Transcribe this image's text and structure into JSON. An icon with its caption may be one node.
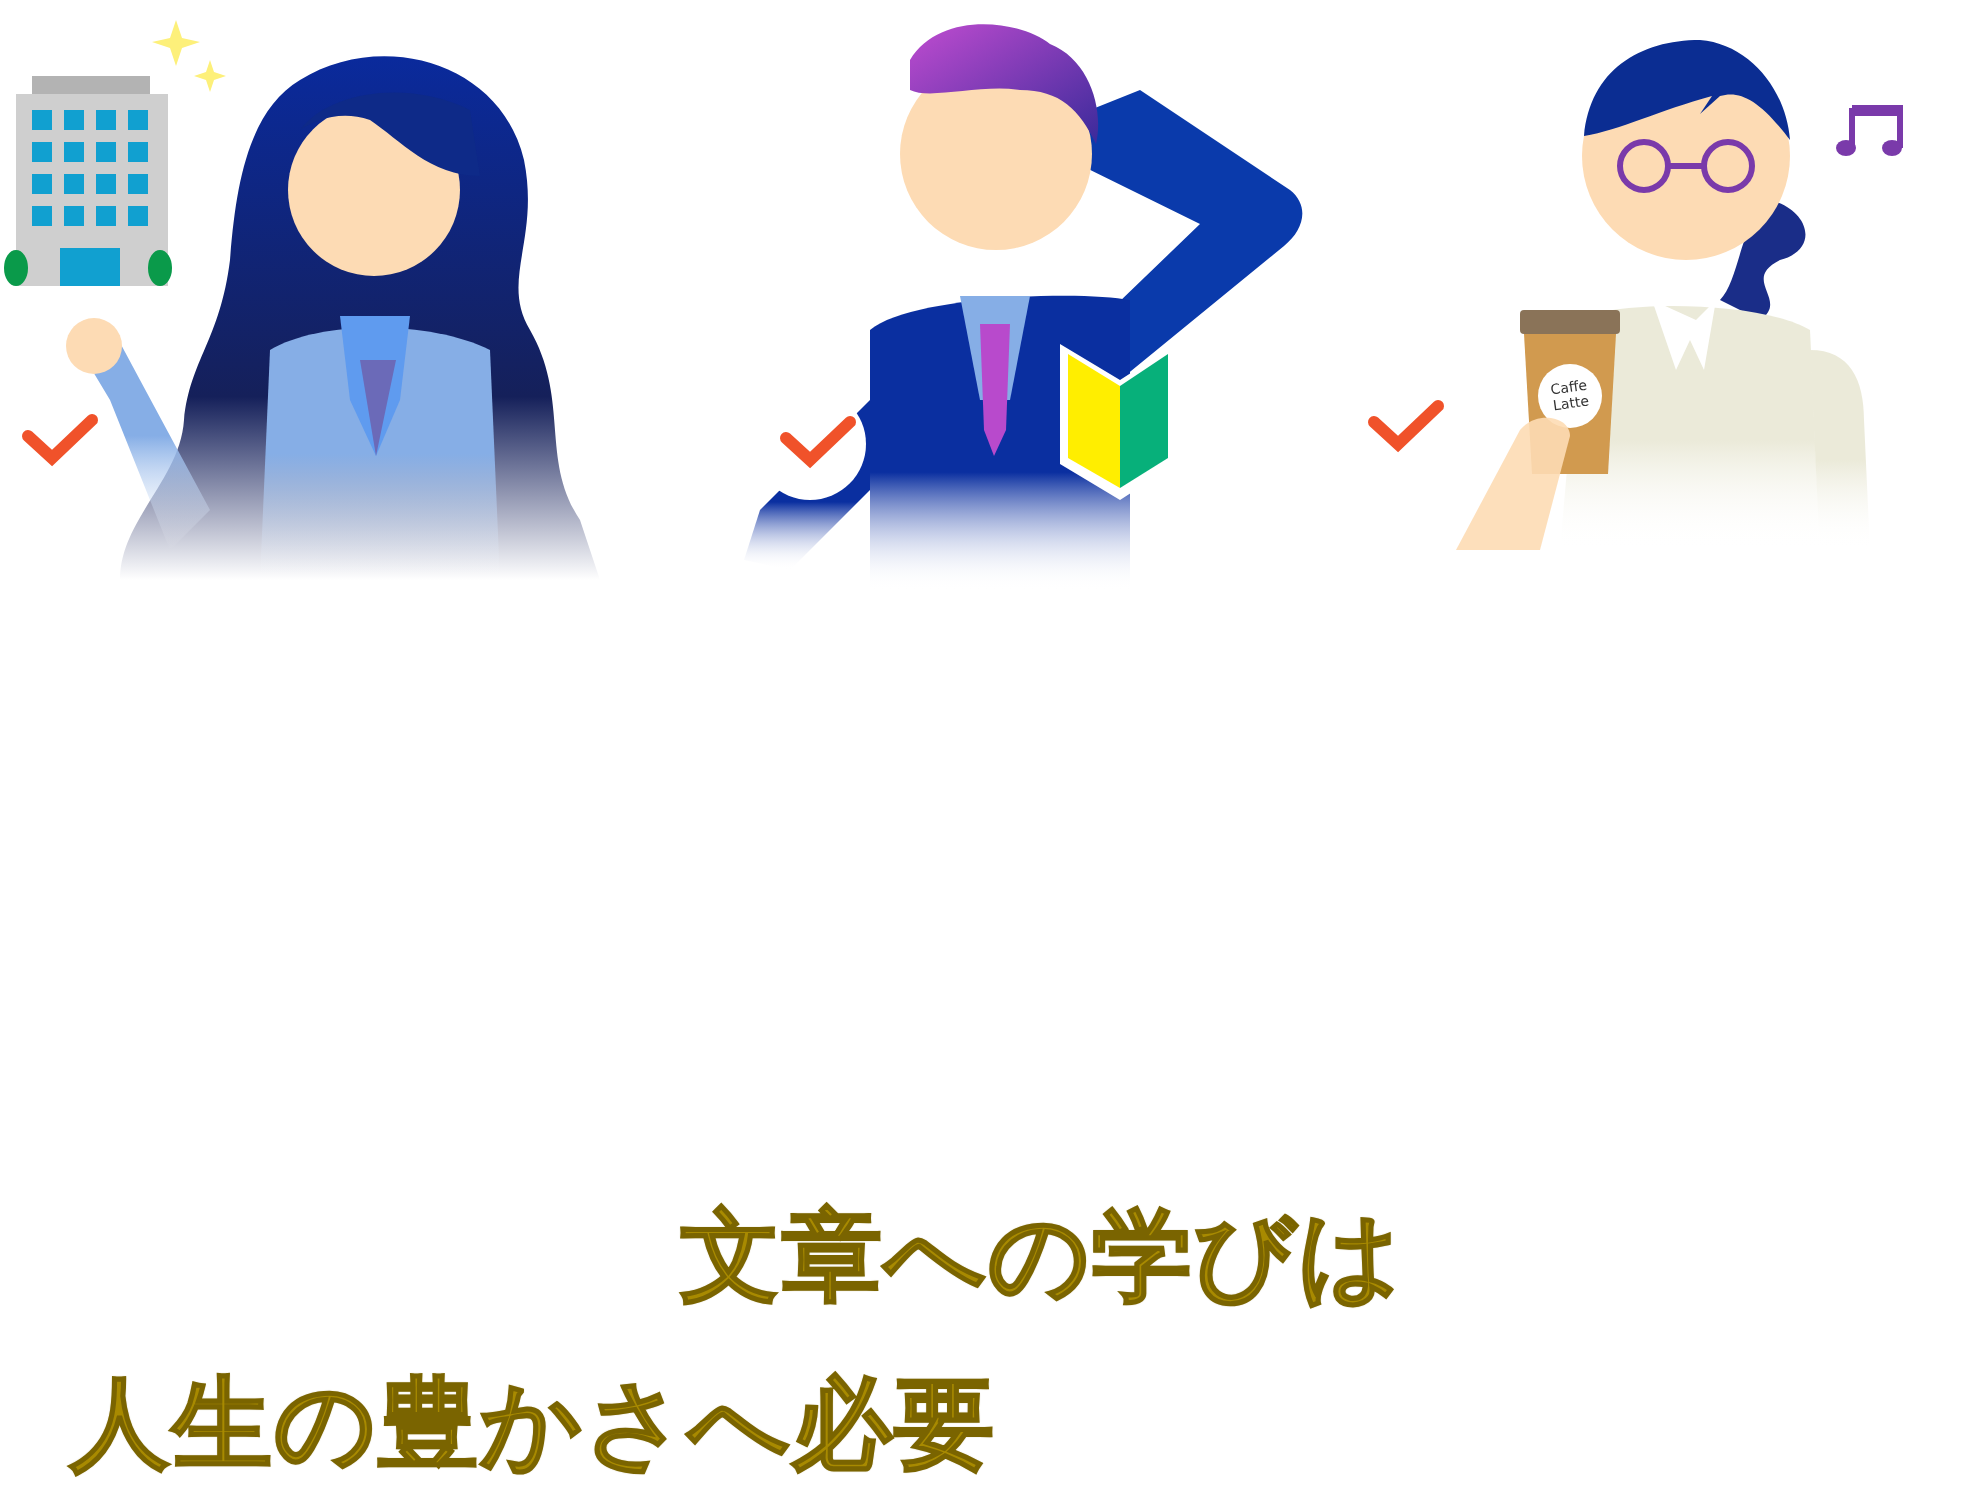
{
  "diagram": {
    "labels": [
      "Caffe Latte",
      "文章への学びは",
      "人生の豊かさへ必要"
    ]
  }
}
